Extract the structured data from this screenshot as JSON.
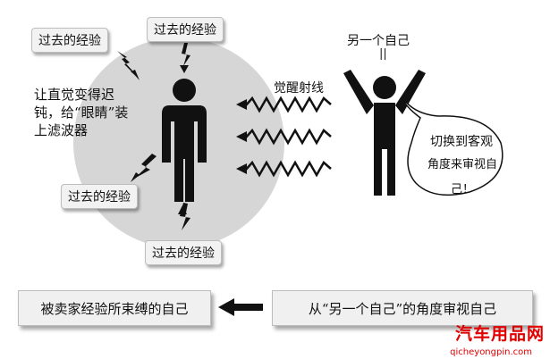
{
  "labels": {
    "past_exp_top_left": "过去的经验",
    "past_exp_top": "过去的经验",
    "past_exp_left": "过去的经验",
    "past_exp_bottom": "过去的经验",
    "another_self": "另一个自己",
    "equals": "||",
    "awakening_rays": "觉醒射线",
    "filter_note": "让直觉变得迟钝，给“眼睛”装上滤波器",
    "bubble_line1": "切换到客观",
    "bubble_line2": "角度来审视自己！"
  },
  "bottom": {
    "left_box": "被卖家经验所束缚的自己",
    "right_box": "从“另一个自己”的角度审视自己"
  },
  "logo": {
    "text": "汽车用品网",
    "url": "qicheyongpin.com",
    "color": "#e00000"
  }
}
